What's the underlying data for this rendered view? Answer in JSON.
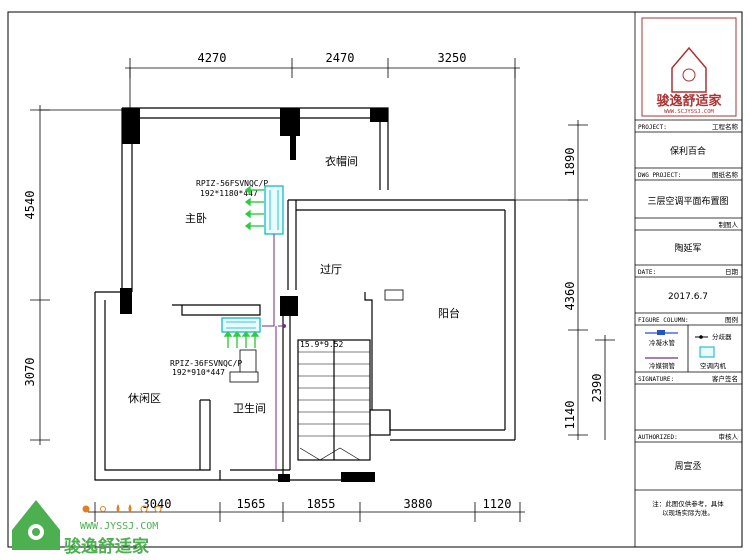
{
  "dimensions": {
    "top": [
      "4270",
      "2470",
      "3250"
    ],
    "bottom": [
      "3040",
      "1565",
      "1855",
      "3880",
      "1120"
    ],
    "left": [
      "4540",
      "3070"
    ],
    "right": [
      "1890",
      "4360",
      "1140",
      "2390"
    ]
  },
  "rooms": {
    "master_bedroom": "主卧",
    "cloakroom": "衣帽间",
    "hallway": "过厅",
    "balcony": "阳台",
    "lounge": "休闲区",
    "bathroom": "卫生间"
  },
  "units": {
    "unit1_model": "RPIZ-56FSVNQC/P",
    "unit1_size": "192*1180*447",
    "unit2_model": "RPIZ-36FSVNQC/P",
    "unit2_size": "192*910*447",
    "pipe_label": "15.9*9.52"
  },
  "title_block": {
    "logo_url": "WWW.SCJYSSJ.COM",
    "logo_name": "骏逸舒适家",
    "project_label": "PROJECT:",
    "project_cn": "工程名称",
    "project_value": "保利百合",
    "dwg_label": "DWG PROJECT:",
    "dwg_cn": "图纸名称",
    "dwg_value": "三层空调平面布置图",
    "drawer_cn": "制图人",
    "drawer_value": "陶延军",
    "date_label": "DATE:",
    "date_cn": "日期",
    "date_value": "2017.6.7",
    "figure_label": "FIGURE COLUMN:",
    "figure_cn": "图例",
    "legend_condensate": "冷凝水管",
    "legend_divider": "分歧器",
    "legend_refrigerant": "冷媒铜管",
    "legend_indoor": "空调内机",
    "signature_label": "SIGNATURE:",
    "signature_cn": "客户签名",
    "authorized_label": "AUTHORIZED:",
    "authorized_cn": "审核人",
    "authorized_value": "周宣丞",
    "note_line1": "注：此图仅供参考，具体",
    "note_line2": "以现场实际为准。"
  },
  "footer_logo": {
    "url": "WWW.JYSSJ.COM",
    "name": "骏逸舒适家"
  },
  "colors": {
    "wall": "#000000",
    "unit": "#00b4c8",
    "airflow": "#2ecc40",
    "pipe": "#7a2a8a",
    "logo_red": "#b03030",
    "logo_green": "#4caf50",
    "logo_orange": "#e08020"
  }
}
